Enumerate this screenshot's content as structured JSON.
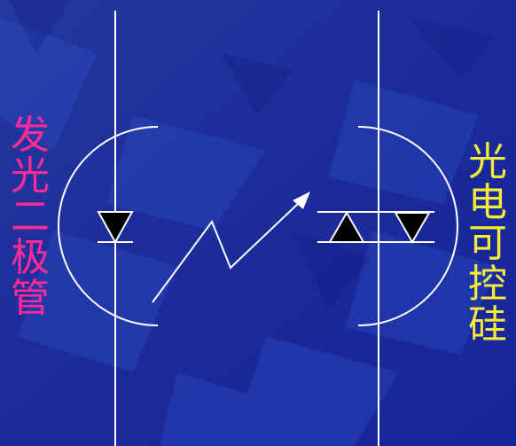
{
  "labels": {
    "left": [
      "发",
      "光",
      "二",
      "极",
      "管"
    ],
    "right": [
      "光",
      "电",
      "可",
      "控",
      "硅"
    ]
  },
  "colors": {
    "background": "#1a2a9a",
    "line": "#ffffff",
    "triangle_fill": "#000000",
    "left_label": "#ff2a9a",
    "right_label": "#f4ea3a"
  }
}
